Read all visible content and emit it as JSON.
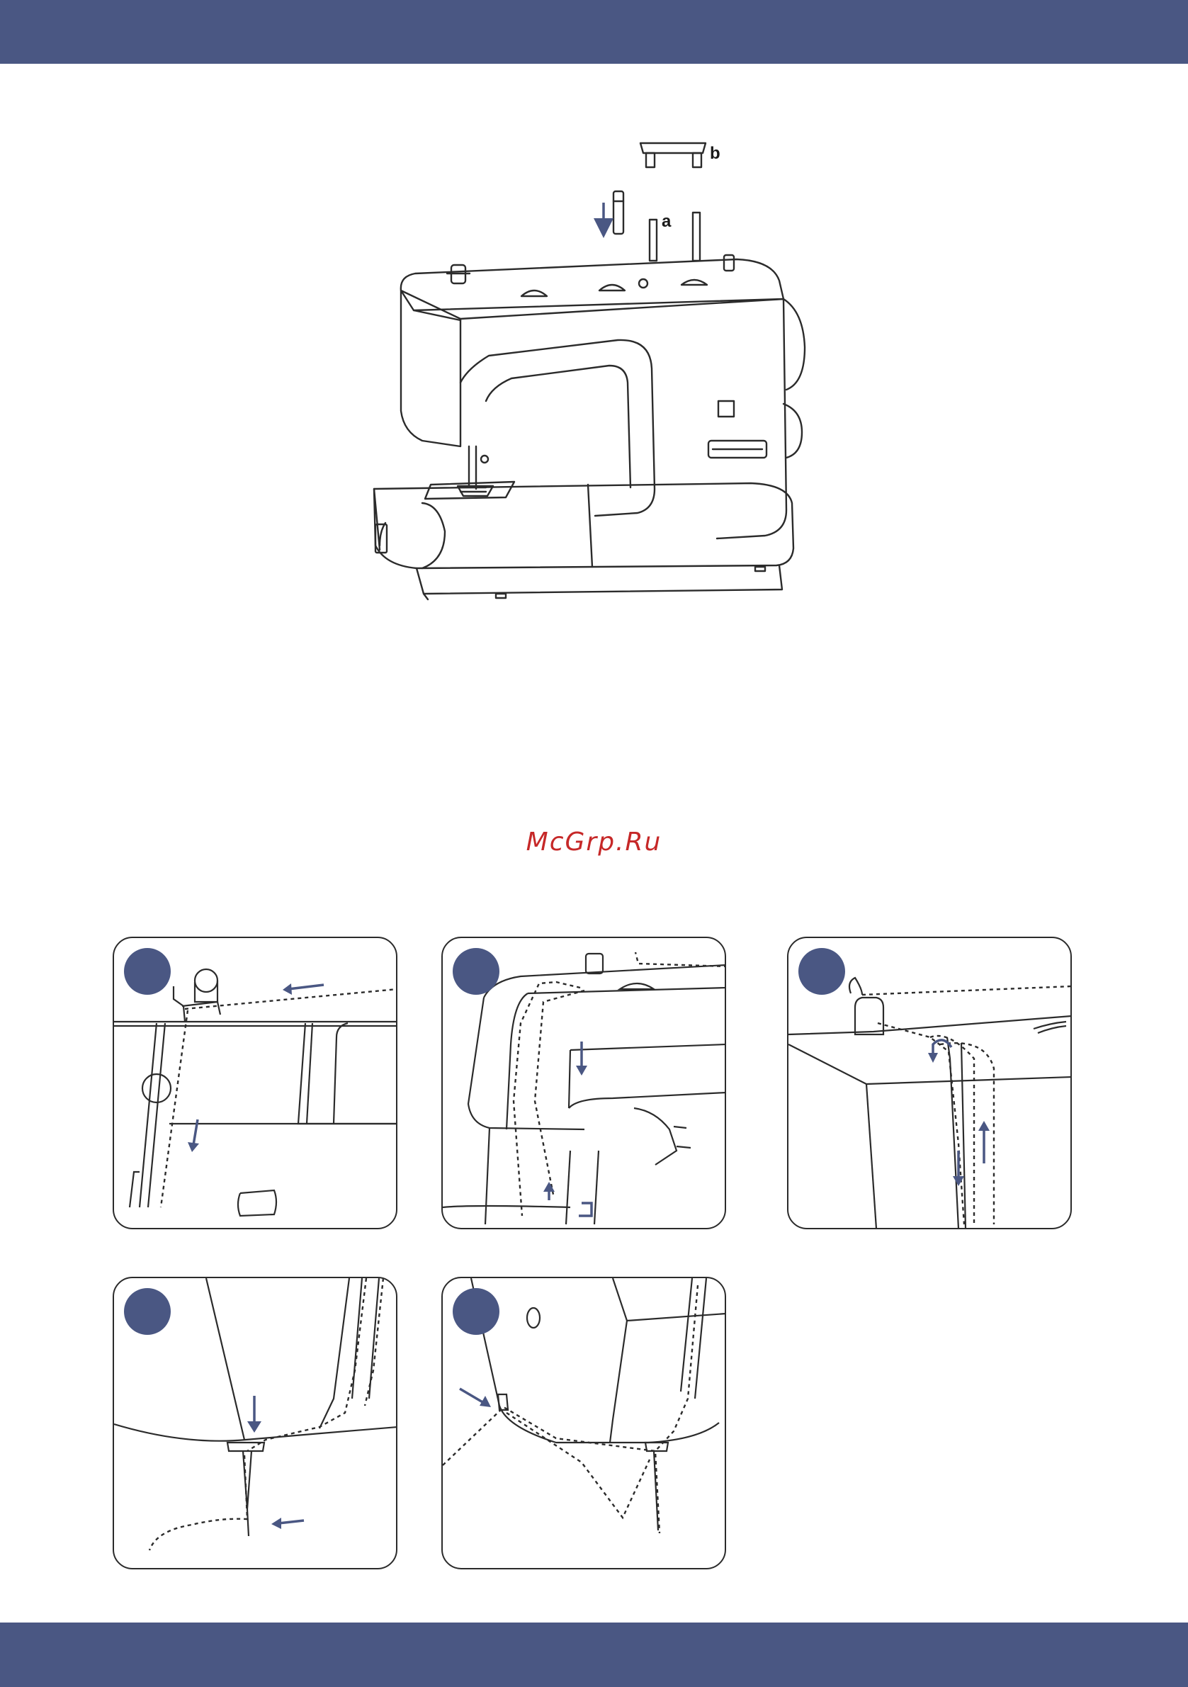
{
  "watermark": "McGrp.Ru",
  "figure": {
    "label_a": "a",
    "label_b": "b"
  },
  "colors": {
    "band": "#4a5783",
    "arrow": "#4a5783",
    "watermark": "#c62828",
    "line": "#2b2b2b"
  },
  "steps": [
    {
      "badge_color": "#4a5783",
      "scene": "thread-guide"
    },
    {
      "badge_color": "#4a5783",
      "scene": "front-channel"
    },
    {
      "badge_color": "#4a5783",
      "scene": "take-up-lever"
    },
    {
      "badge_color": "#4a5783",
      "scene": "needle-bar-guide"
    },
    {
      "badge_color": "#4a5783",
      "scene": "needle-eye"
    }
  ]
}
